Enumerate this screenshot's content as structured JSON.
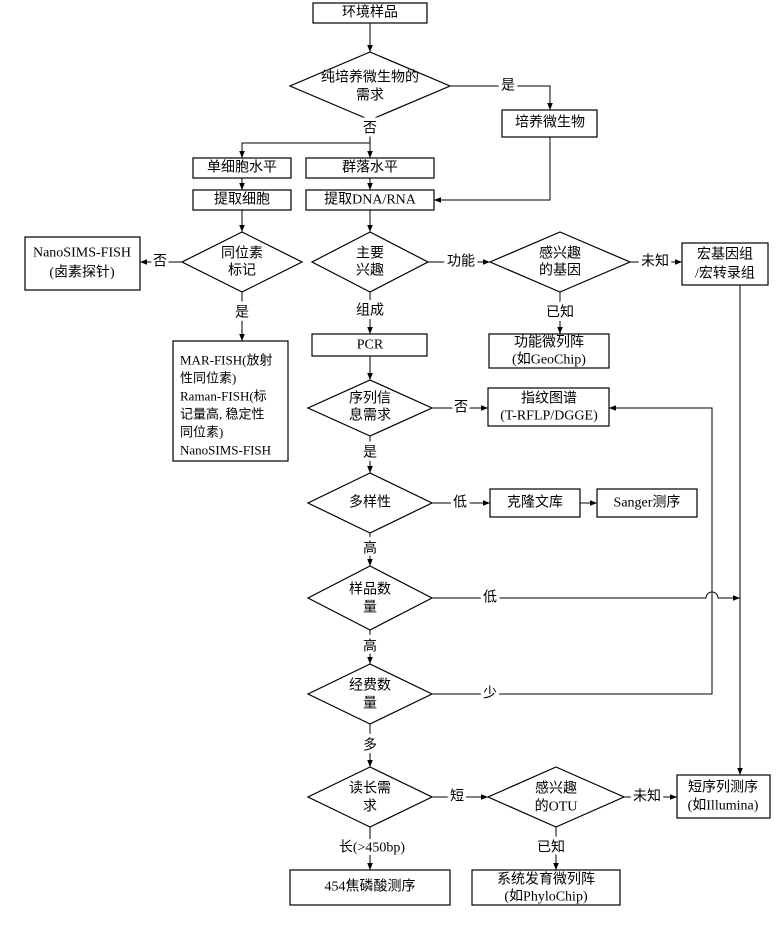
{
  "nodes": {
    "env_sample": {
      "lines": [
        "环境样品"
      ]
    },
    "pure_culture_need": {
      "lines": [
        "纯培养微生物的",
        "需求"
      ]
    },
    "culture_microbes": {
      "lines": [
        "培养微生物"
      ]
    },
    "single_cell_level": {
      "lines": [
        "单细胞水平"
      ]
    },
    "community_level": {
      "lines": [
        "群落水平"
      ]
    },
    "extract_cells": {
      "lines": [
        "提取细胞"
      ]
    },
    "extract_dna_rna": {
      "lines": [
        "提取DNA/RNA"
      ]
    },
    "isotope_label": {
      "lines": [
        "同位素",
        "标记"
      ]
    },
    "nanosims_halogen": {
      "lines": [
        "NanoSIMS-FISH",
        "(卤素探针)"
      ]
    },
    "isotope_methods": {
      "lines": [
        "MAR-FISH(放射",
        "性同位素)",
        "Raman-FISH(标",
        "记量高, 稳定性",
        "同位素)",
        "NanoSIMS-FISH"
      ]
    },
    "main_interest": {
      "lines": [
        "主要",
        "兴趣"
      ]
    },
    "gene_of_interest": {
      "lines": [
        "感兴趣",
        "的基因"
      ]
    },
    "metagenome": {
      "lines": [
        "宏基因组",
        "/宏转录组"
      ]
    },
    "functional_array": {
      "lines": [
        "功能微列阵",
        "(如GeoChip)"
      ]
    },
    "pcr": {
      "lines": [
        "PCR"
      ]
    },
    "sequence_info_need": {
      "lines": [
        "序列信",
        "息需求"
      ]
    },
    "fingerprint": {
      "lines": [
        "指纹图谱",
        "(T-RFLP/DGGE)"
      ]
    },
    "diversity": {
      "lines": [
        "多样性"
      ]
    },
    "clone_library": {
      "lines": [
        "克隆文库"
      ]
    },
    "sanger": {
      "lines": [
        "Sanger测序"
      ]
    },
    "sample_count": {
      "lines": [
        "样品数",
        "量"
      ]
    },
    "budget": {
      "lines": [
        "经费数",
        "量"
      ]
    },
    "read_length_need": {
      "lines": [
        "读长需",
        "求"
      ]
    },
    "otu_of_interest": {
      "lines": [
        "感兴趣",
        "的OTU"
      ]
    },
    "short_read_seq": {
      "lines": [
        "短序列测序",
        "(如Illumina)"
      ]
    },
    "pyroseq_454": {
      "lines": [
        "454焦磷酸测序"
      ]
    },
    "phylo_array": {
      "lines": [
        "系统发育微列阵",
        "(如PhyloChip)"
      ]
    }
  },
  "edge_labels": {
    "culture_yes": "是",
    "culture_no": "否",
    "isotope_no": "否",
    "isotope_yes": "是",
    "interest_function": "功能",
    "gene_unknown": "未知",
    "gene_known": "已知",
    "interest_composition": "组成",
    "seqinfo_no": "否",
    "seqinfo_yes": "是",
    "diversity_low": "低",
    "diversity_high": "高",
    "samples_low": "低",
    "samples_high": "高",
    "budget_low": "少",
    "budget_high": "多",
    "readlen_short": "短",
    "otu_unknown": "未知",
    "readlen_long": "长(>450bp)",
    "otu_known": "已知"
  }
}
